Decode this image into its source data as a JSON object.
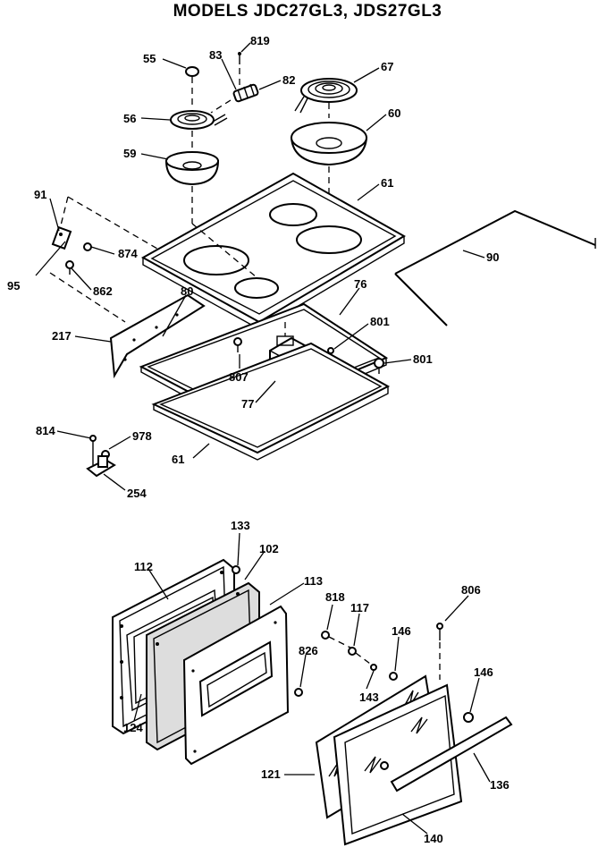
{
  "title": "MODELS JDC27GL3, JDS27GL3",
  "labels": {
    "l55": "55",
    "l83": "83",
    "l819": "819",
    "l82": "82",
    "l67": "67",
    "l56": "56",
    "l60": "60",
    "l59": "59",
    "l61a": "61",
    "l91": "91",
    "l874": "874",
    "l90": "90",
    "l95": "95",
    "l862": "862",
    "l80": "80",
    "l76": "76",
    "l217": "217",
    "l801a": "801",
    "l801b": "801",
    "l807": "807",
    "l77": "77",
    "l814": "814",
    "l978": "978",
    "l61b": "61",
    "l254": "254",
    "l133": "133",
    "l102": "102",
    "l112": "112",
    "l113": "113",
    "l806": "806",
    "l818": "818",
    "l117": "117",
    "l826": "826",
    "l146a": "146",
    "l146b": "146",
    "l143": "143",
    "l124": "124",
    "l121": "121",
    "l136": "136",
    "l140": "140"
  }
}
